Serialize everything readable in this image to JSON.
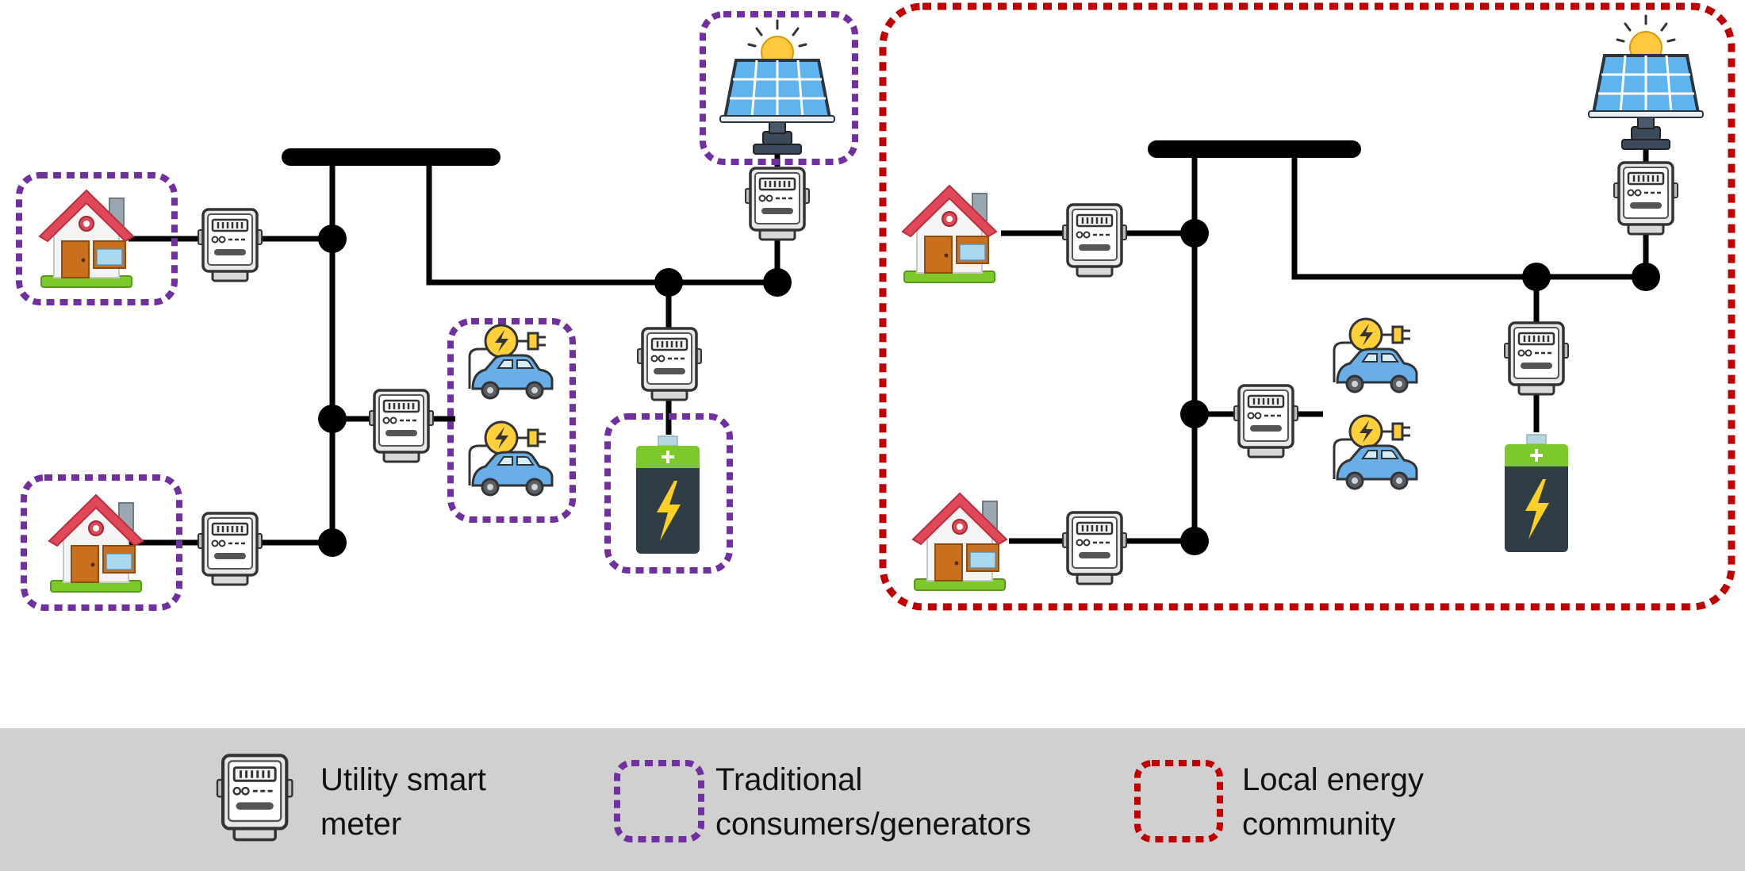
{
  "colors": {
    "background": "#ffffff",
    "wire": "#000000",
    "traditional_border": "#7030a0",
    "community_border": "#c00000",
    "legend_bg": "#d0d0d0",
    "roof": "#e0485a",
    "house_wall": "#f5f5f5",
    "door": "#c9701f",
    "window": "#a9d8f0",
    "grass": "#7dc82b",
    "chimney": "#9aa7b0",
    "panel": "#5fb4ee",
    "sun": "#ffc83d",
    "car_body": "#6aaee8",
    "charger": "#ffd03a",
    "battery_body": "#2f3e46",
    "battery_top": "#7dc82b",
    "bolt": "#ffd020",
    "meter_body": "#e8e8e8"
  },
  "icons": {
    "house": "house-icon",
    "meter": "smart-meter-icon",
    "solar": "solar-panel-icon",
    "ev": "electric-car-charging-icon",
    "battery": "battery-icon"
  },
  "legend": {
    "meter_line1": "Utility smart",
    "meter_line2": "meter",
    "traditional_line1": "Traditional",
    "traditional_line2": "consumers/generators",
    "community_line1": "Local energy",
    "community_line2": "community"
  }
}
